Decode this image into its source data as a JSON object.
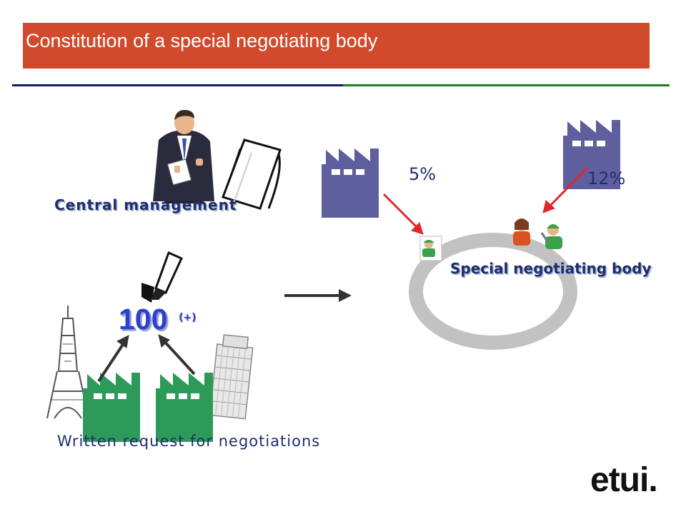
{
  "title": "Constitution of a special negotiating body",
  "labels": {
    "central_management": "Central management",
    "count": "100",
    "count_suffix": "(+)",
    "written_request": "Written request for negotiations",
    "special_negotiating_body": "Special negotiating body",
    "share_a": "5%",
    "share_b": "12%"
  },
  "logo_text": "etui.",
  "colors": {
    "title_bar": "#d24a2c",
    "rule_left": "#141a6e",
    "rule_right": "#1d7d20",
    "factory_purple": "#5f5f9e",
    "factory_green": "#2e9a5a",
    "arrow_red": "#e0262a",
    "ring": "#c2c2c2",
    "text_blue": "#1f2f6c",
    "count_blue": "#2e3fd0"
  },
  "icons": [
    "businessman-icon",
    "document-icon",
    "fountain-pen-icon",
    "eiffel-tower-icon",
    "pisa-tower-icon",
    "factory-icon",
    "worker-icon"
  ]
}
